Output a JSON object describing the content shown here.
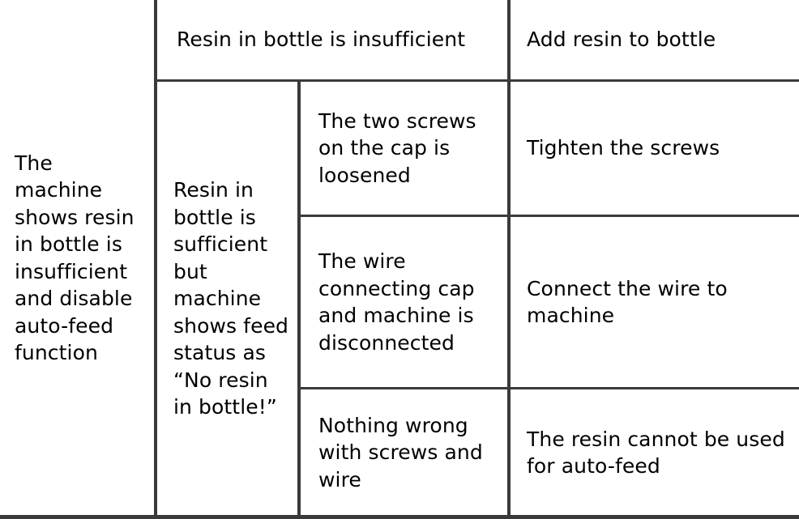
{
  "table": {
    "problem": {
      "label": "The machine shows resin in bottle is insufficient and disable auto-feed function"
    },
    "rows": [
      {
        "condition": "",
        "cause": "Resin in bottle is insufficient",
        "action": "Add resin to bottle"
      },
      {
        "condition": "Resin in bottle is sufficient but machine shows feed status as “No resin in bottle!”",
        "cause": "The two screws on the cap is loosened",
        "action": "Tighten the screws"
      },
      {
        "condition": "",
        "cause": "The wire connecting cap and machine is disconnected",
        "action": "Connect the wire to machine"
      },
      {
        "condition": "",
        "cause": "Nothing wrong with screws and wire",
        "action": "The resin cannot be used for auto-feed"
      }
    ]
  },
  "style": {
    "border_color": "#3a3a3a",
    "text_color": "#000000",
    "background": "#ffffff"
  }
}
